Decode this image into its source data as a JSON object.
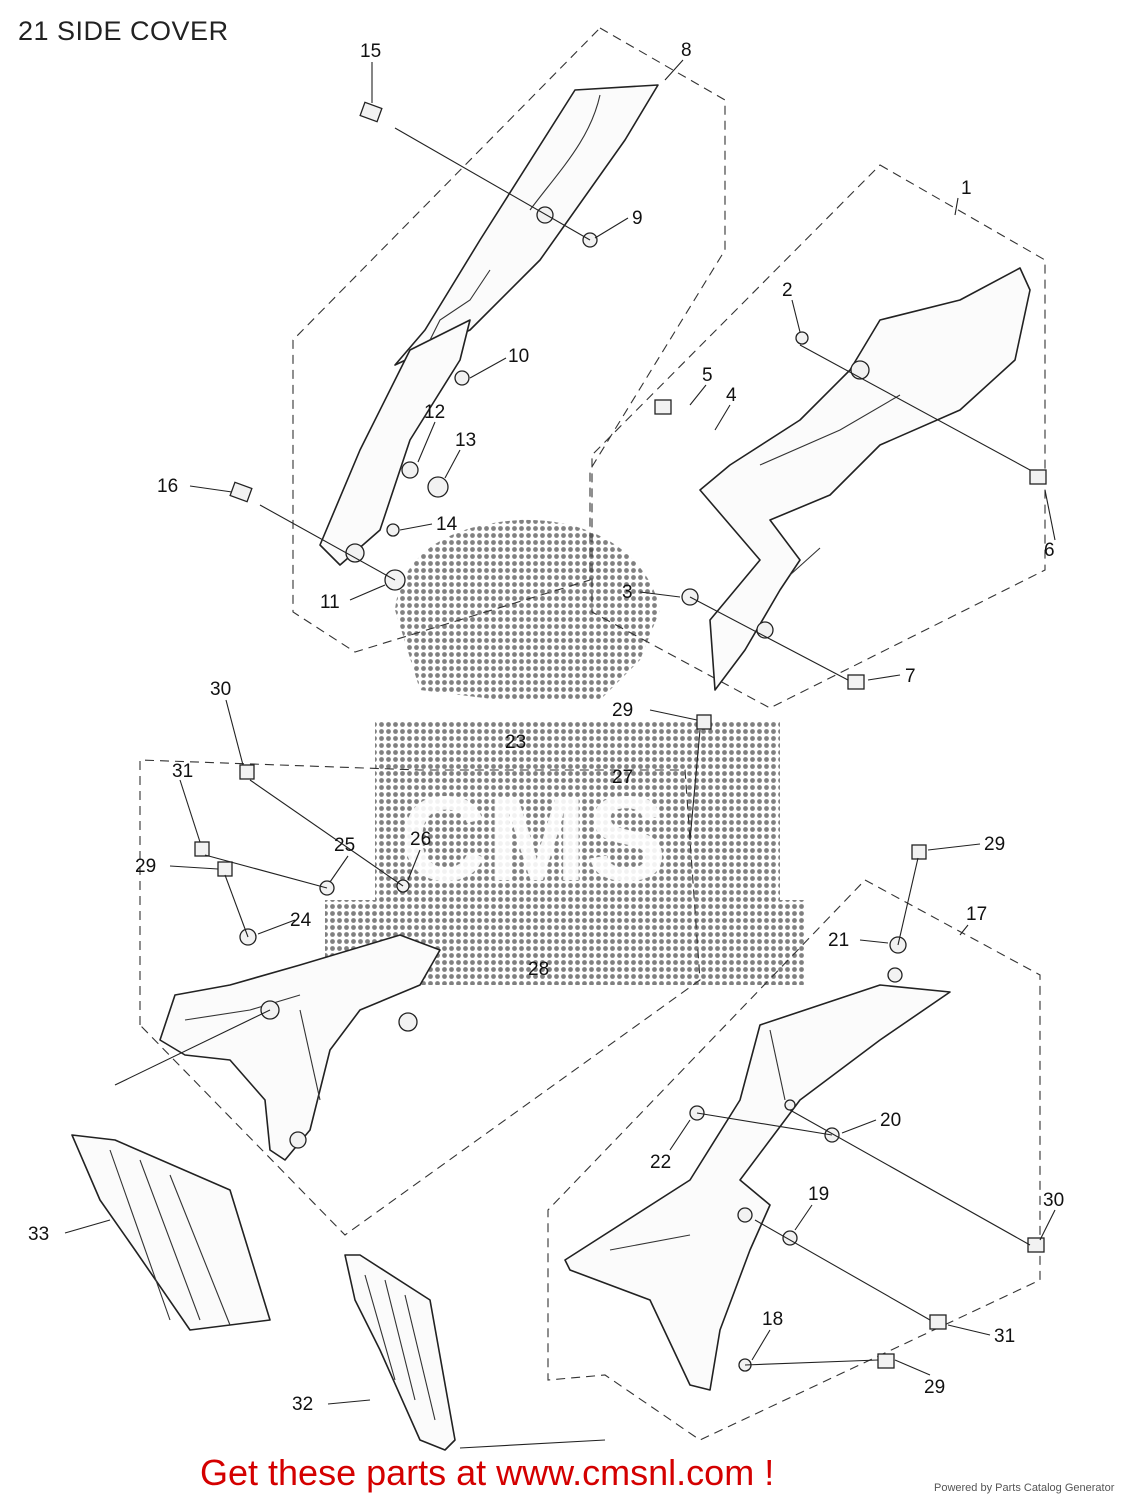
{
  "title": "21 SIDE COVER",
  "cta": "Get these parts at www.cmsnl.com !",
  "powered": "Powered by Parts Catalog Generator",
  "callouts": [
    "1",
    "2",
    "3",
    "4",
    "5",
    "6",
    "7",
    "8",
    "9",
    "10",
    "11",
    "12",
    "13",
    "14",
    "15",
    "16",
    "17",
    "18",
    "19",
    "20",
    "21",
    "22",
    "23",
    "24",
    "25",
    "26",
    "27",
    "28",
    "29",
    "29",
    "29",
    "29",
    "30",
    "30",
    "31",
    "31",
    "32",
    "33"
  ],
  "watermark": "CMS"
}
